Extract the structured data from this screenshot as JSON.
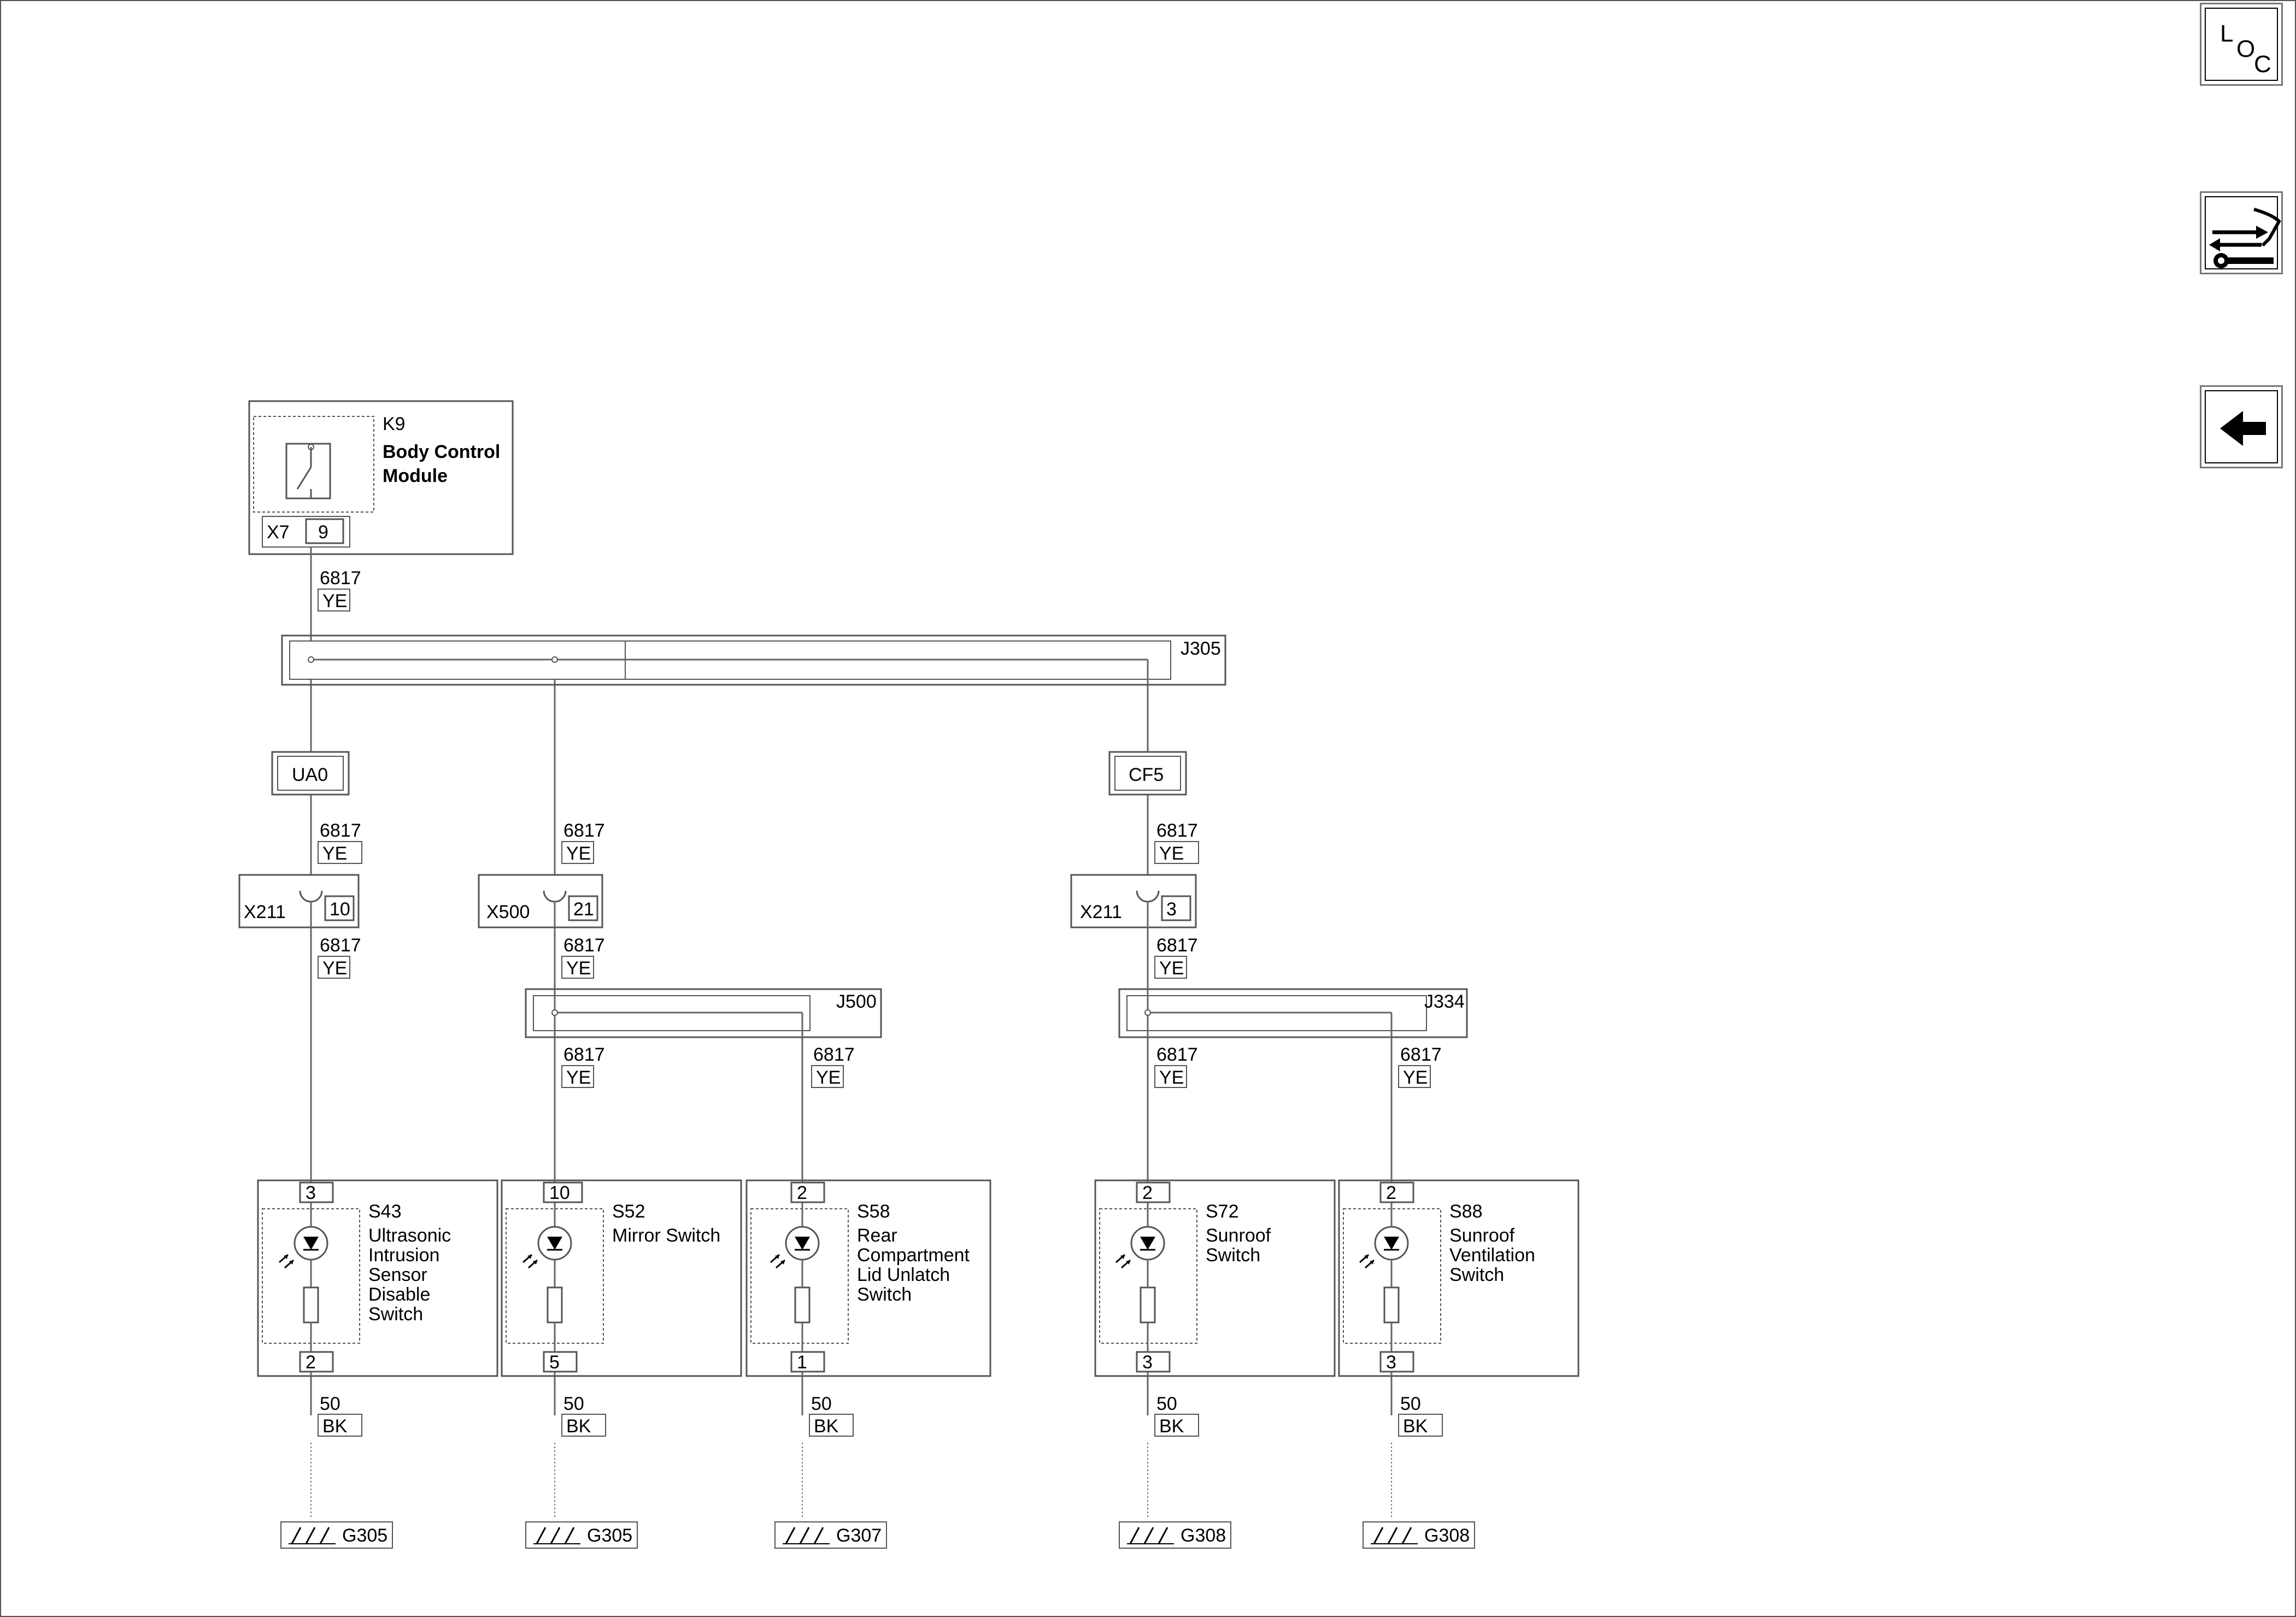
{
  "nav": {
    "loc_icon": "loc-icon",
    "connector_repair_icon": "connector-repair-icon",
    "back_icon": "back-arrow-icon"
  },
  "module": {
    "ref": "K9",
    "name_line1": "Body Control",
    "name_line2": "Module",
    "connector": "X7",
    "pin": "9"
  },
  "splices": {
    "j305": "J305",
    "j500": "J500",
    "j334": "J334"
  },
  "options": {
    "ua0": "UA0",
    "cf5": "CF5"
  },
  "wire": {
    "circuit": "6817",
    "color": "YE",
    "ground_circuit": "50",
    "ground_color": "BK"
  },
  "inline_connectors": {
    "c1": {
      "name": "X211",
      "pin": "10"
    },
    "c2": {
      "name": "X500",
      "pin": "21"
    },
    "c3": {
      "name": "X211",
      "pin": "3"
    }
  },
  "switches": [
    {
      "ref": "S43",
      "lines": [
        "Ultrasonic",
        "Intrusion",
        "Sensor",
        "Disable",
        "Switch"
      ],
      "pin_top": "3",
      "pin_bottom": "2",
      "ground": "G305"
    },
    {
      "ref": "S52",
      "lines": [
        "Mirror Switch"
      ],
      "pin_top": "10",
      "pin_bottom": "5",
      "ground": "G305"
    },
    {
      "ref": "S58",
      "lines": [
        "Rear",
        "Compartment",
        "Lid Unlatch",
        "Switch"
      ],
      "pin_top": "2",
      "pin_bottom": "1",
      "ground": "G307"
    },
    {
      "ref": "S72",
      "lines": [
        "Sunroof",
        "Switch"
      ],
      "pin_top": "2",
      "pin_bottom": "3",
      "ground": "G308"
    },
    {
      "ref": "S88",
      "lines": [
        "Sunroof",
        "Ventilation",
        "Switch"
      ],
      "pin_top": "2",
      "pin_bottom": "3",
      "ground": "G308"
    }
  ]
}
